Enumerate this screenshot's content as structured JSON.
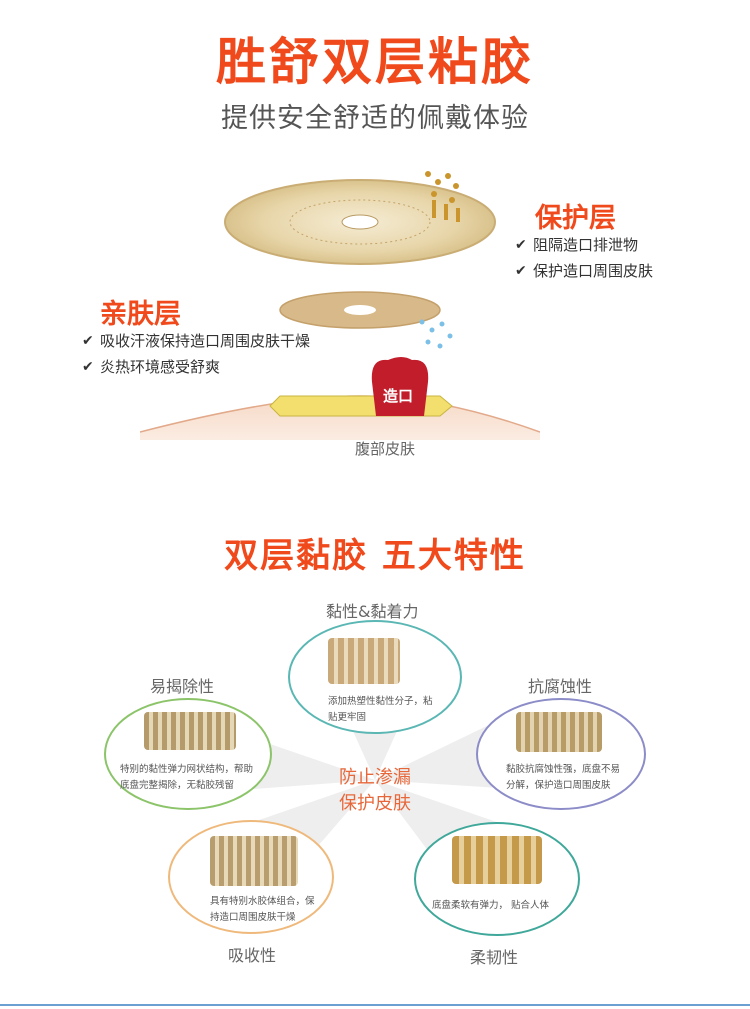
{
  "header": {
    "title": "胜舒双层粘胶",
    "subtitle": "提供安全舒适的佩戴体验"
  },
  "protect_layer": {
    "title": "保护层",
    "items": [
      "阻隔造口排泄物",
      "保护造口周围皮肤"
    ]
  },
  "skin_layer": {
    "title": "亲肤层",
    "items": [
      "吸收汗液保持造口周围皮肤干燥",
      "炎热环境感受舒爽"
    ]
  },
  "diagram": {
    "stoma_label": "造口",
    "skin_label": "腹部皮肤"
  },
  "features_section": {
    "title": "双层黏胶  五大特性",
    "center_line1": "防止渗漏",
    "center_line2": "保护皮肤",
    "features": [
      {
        "label": "黏性&黏着力",
        "desc": "添加热塑性黏性分子，粘贴更牢固",
        "color": "#5ab7b4"
      },
      {
        "label": "易揭除性",
        "desc": "特别的黏性弹力网状结构，帮助底盘完整揭除，无黏胶残留",
        "color": "#8cc46a"
      },
      {
        "label": "抗腐蚀性",
        "desc": "黏胶抗腐蚀性强，底盘不易分解，保护造口周围皮肤",
        "color": "#8c8cc8"
      },
      {
        "label": "吸收性",
        "desc": "具有特别水胶体组合，保持造口周围皮肤干燥",
        "color": "#efb97c"
      },
      {
        "label": "柔韧性",
        "desc": "底盘柔软有弹力，    贴合人体",
        "color": "#3fa89a"
      }
    ]
  }
}
